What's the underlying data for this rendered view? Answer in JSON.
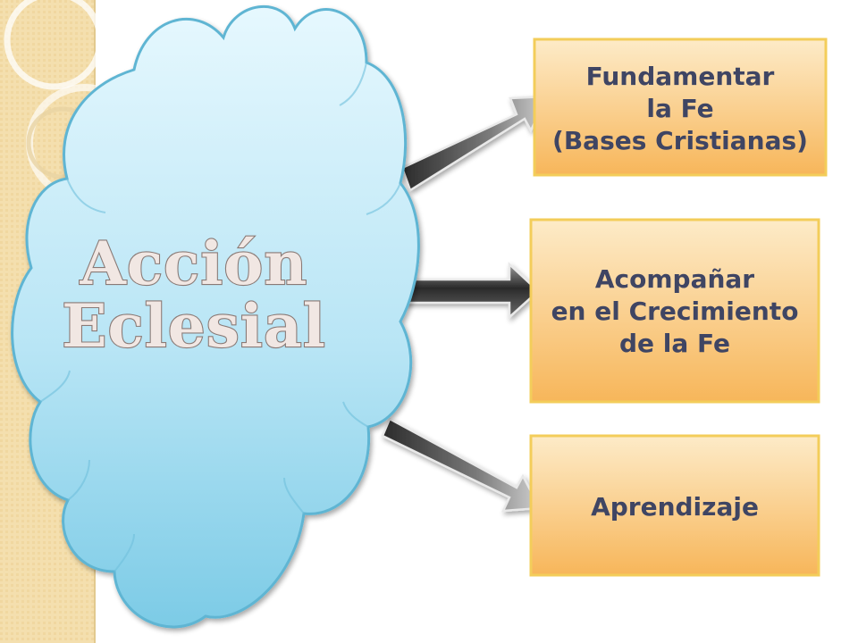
{
  "cloud": {
    "title_lines": [
      "Acción",
      "Eclesial"
    ]
  },
  "boxes": [
    {
      "lines": [
        "Fundamentar",
        "la Fe",
        "(Bases Cristianas)"
      ]
    },
    {
      "lines": [
        "Acompañar",
        "en el Crecimiento",
        "de la Fe"
      ]
    },
    {
      "lines": [
        "Aprendizaje"
      ]
    }
  ],
  "colors": {
    "left_strip": "#f4dfae",
    "cloud_fill_top": "#dff6fd",
    "cloud_fill_bottom": "#7fcce7",
    "box_fill_top": "#fde9c4",
    "box_fill_bottom": "#f7b85c",
    "box_border": "#f3cd5a",
    "box_text": "#3f4563",
    "title_text": "#f1e7e3"
  }
}
